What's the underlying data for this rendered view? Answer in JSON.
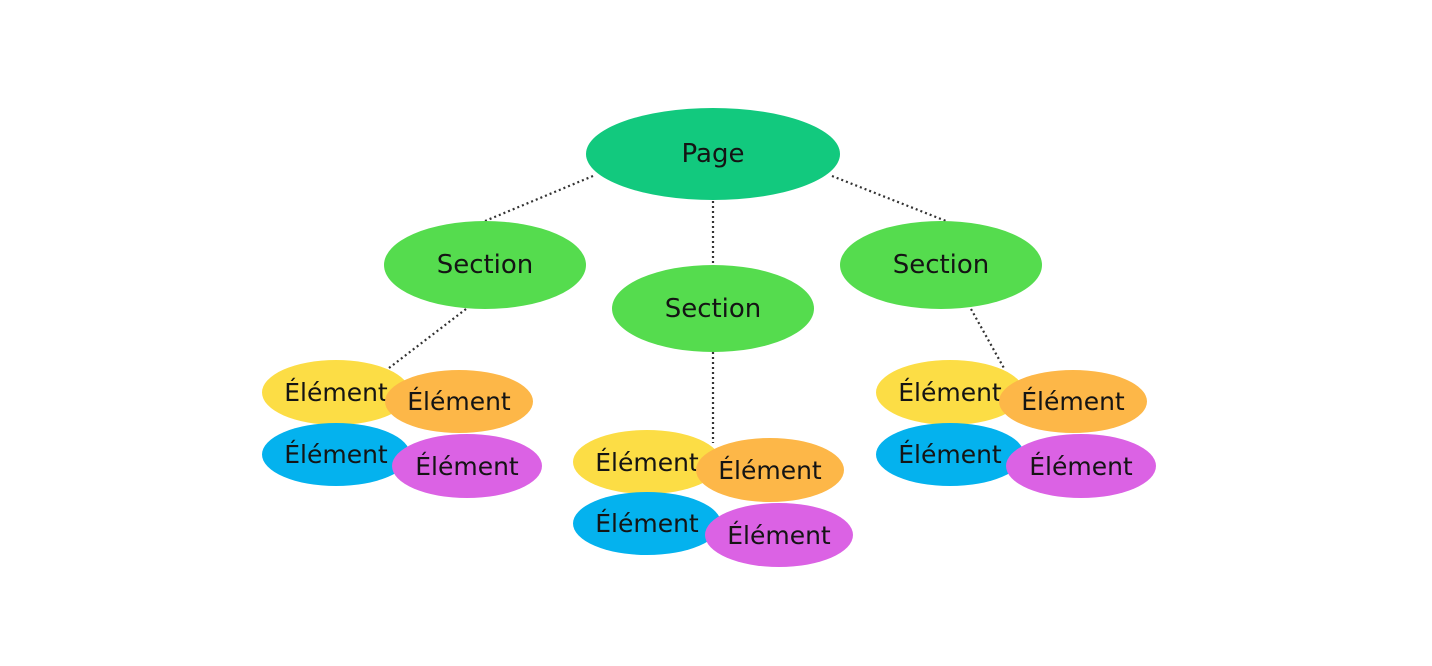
{
  "diagram": {
    "root": {
      "label": "Page",
      "color": "#12c97e"
    },
    "sections": [
      {
        "label": "Section",
        "color": "#55dc4e",
        "elements": [
          "Élément",
          "Élément",
          "Élément",
          "Élément"
        ]
      },
      {
        "label": "Section",
        "color": "#55dc4e",
        "elements": [
          "Élément",
          "Élément",
          "Élément",
          "Élément"
        ]
      },
      {
        "label": "Section",
        "color": "#55dc4e",
        "elements": [
          "Élément",
          "Élément",
          "Élément",
          "Élément"
        ]
      }
    ],
    "element_colors": [
      "#fcdd45",
      "#fdb748",
      "#04b2ee",
      "#db62e4"
    ],
    "connector_style": "dotted"
  }
}
